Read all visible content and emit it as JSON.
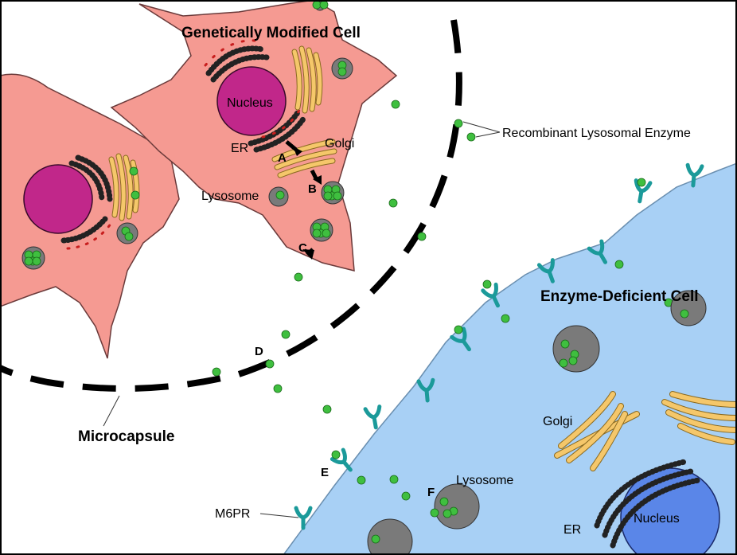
{
  "labels": {
    "genetically_modified_cell": "Genetically Modified Cell",
    "nucleus_top": "Nucleus",
    "er_top": "ER",
    "golgi_top": "Golgi",
    "lysosome_top": "Lysosome",
    "recombinant_enzyme": "Recombinant Lysosomal Enzyme",
    "enzyme_deficient_cell": "Enzyme-Deficient Cell",
    "golgi_bottom": "Golgi",
    "lysosome_bottom": "Lysosome",
    "nucleus_bottom": "Nucleus",
    "er_bottom": "ER",
    "m6pr": "M6PR",
    "microcapsule": "Microcapsule"
  },
  "steps": {
    "a": "A",
    "b": "B",
    "c": "C",
    "d": "D",
    "e": "E",
    "f": "F"
  },
  "colors": {
    "modified_cell_fill": "#f59a92",
    "deficient_cell_fill": "#a8d0f5",
    "nucleus_top": "#c1278a",
    "nucleus_bottom": "#5a86e8",
    "golgi": "#f5c76a",
    "lysosome": "#7a7a7a",
    "enzyme": "#3fbf3f",
    "receptor": "#1b9a9a",
    "er_dots": "#222222",
    "er_red": "#c81e1e"
  }
}
